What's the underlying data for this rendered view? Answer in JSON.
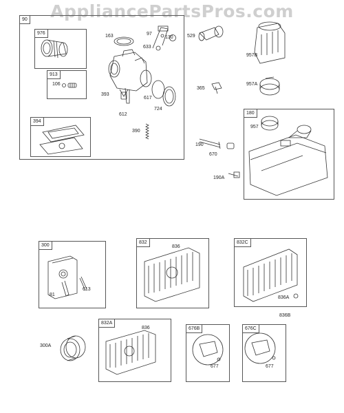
{
  "watermark": "AppliancePartsPros.com",
  "groups": {
    "g90": "90",
    "g976": "976",
    "g913": "913",
    "g394": "394",
    "g180": "180",
    "g300": "300",
    "g832": "832",
    "g832C": "832C",
    "g832A": "832A",
    "g676B": "676B",
    "g676C": "676C"
  },
  "labels": {
    "l163": "163",
    "l97": "97",
    "l130": "130",
    "l633": "633",
    "l529": "529",
    "l957B": "957B",
    "l106": "106",
    "l365": "365",
    "l957A": "957A",
    "l393": "393",
    "l617": "617",
    "l612": "612",
    "l724": "724",
    "l390": "390",
    "l957": "957",
    "l190": "190",
    "l670": "670",
    "l190A": "190A",
    "l836a": "836",
    "l81": "81",
    "l613": "613",
    "l836A": "836A",
    "l836B": "836B",
    "l300A": "300A",
    "l836b": "836",
    "l677a": "677",
    "l677b": "677"
  }
}
